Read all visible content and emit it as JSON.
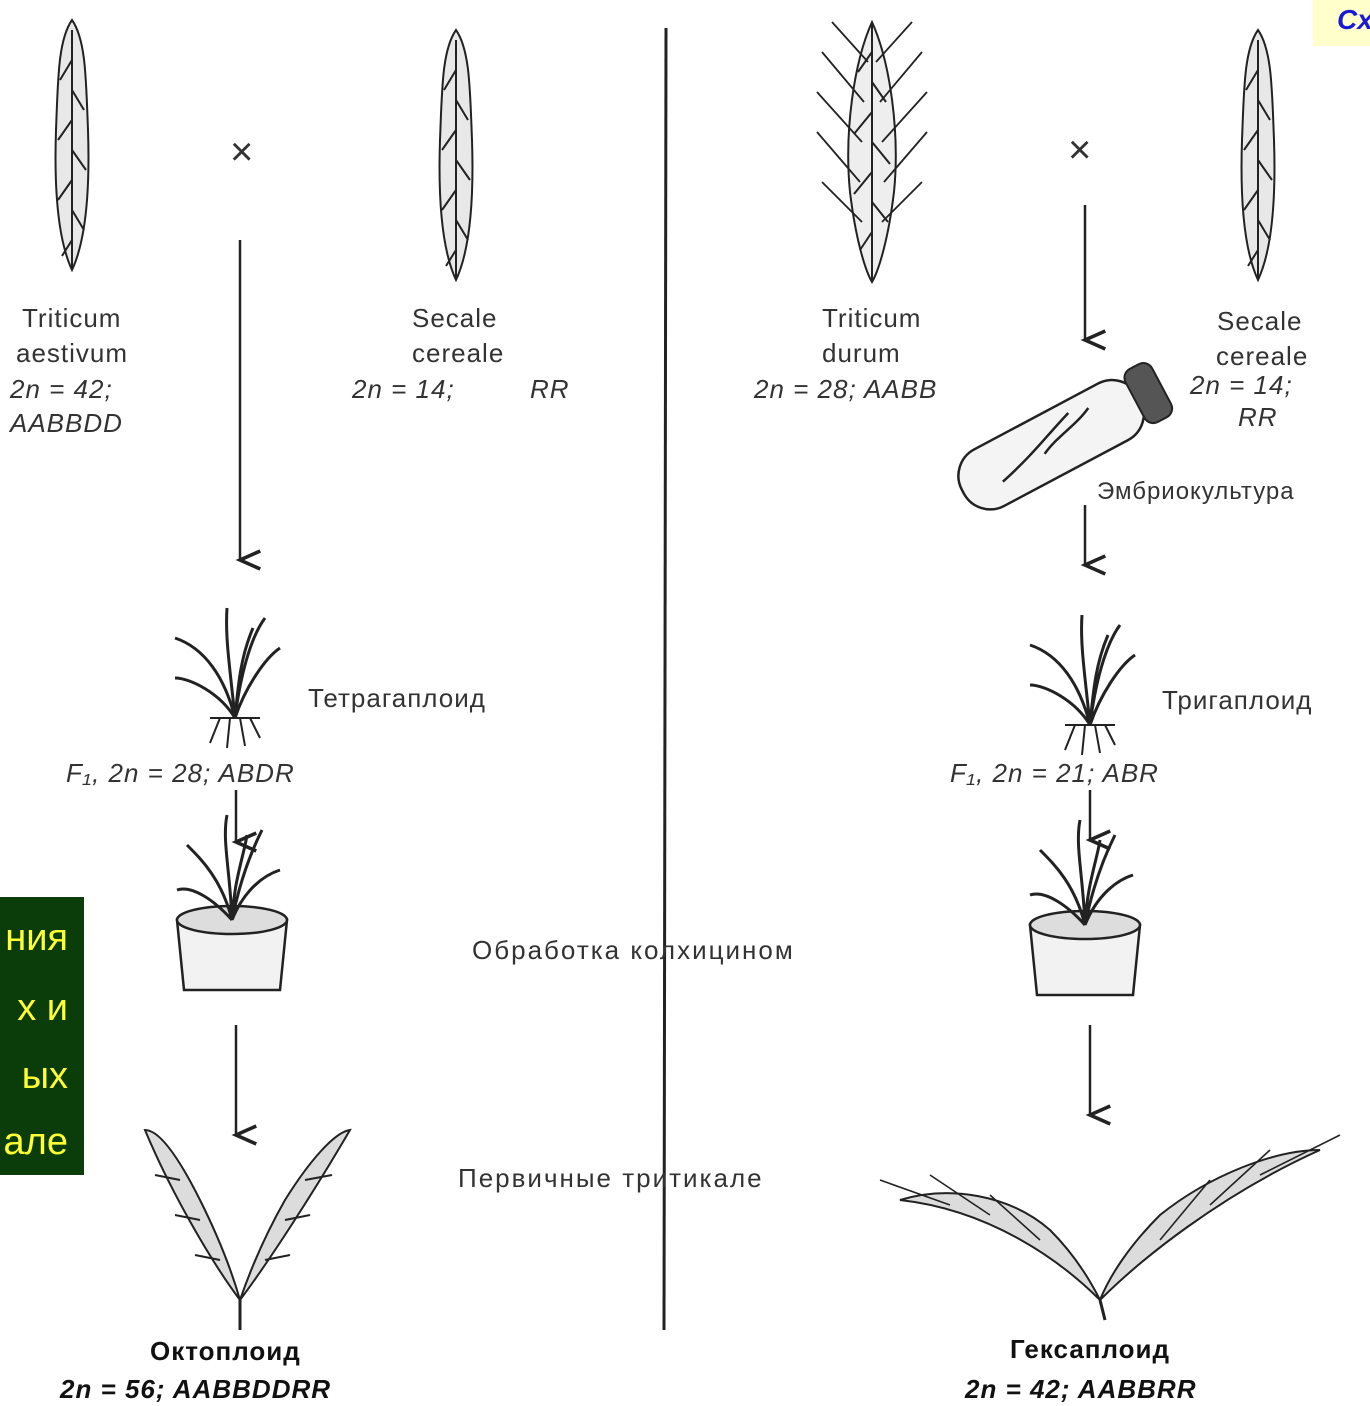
{
  "corner_tag": "Сх",
  "green_box": {
    "lines": [
      "ния",
      "х и",
      "ых",
      "але"
    ]
  },
  "left": {
    "parent1": {
      "name1": "Triticum",
      "name2": "aestivum",
      "chrom": "2n = 42;",
      "genome": "AABBDD"
    },
    "cross": "×",
    "parent2": {
      "name1": "Secale",
      "name2": "cereale",
      "chrom": "2n = 14;",
      "genome": "RR"
    },
    "hybrid_label": "Тетрагаплоид",
    "f1": "F₁,  2n = 28;  ABDR",
    "result_label": "Октоплоид",
    "result_genome": "2n = 56;   AABBDDRR"
  },
  "right": {
    "parent1": {
      "name1": "Triticum",
      "name2": "durum",
      "chrom": "2n = 28;  AABB"
    },
    "cross": "×",
    "parent2": {
      "name1": "Secale",
      "name2": "cereale",
      "chrom": "2n = 14;",
      "genome": "RR"
    },
    "embryo_label": "Эмбриокультура",
    "hybrid_label": "Тригаплоид",
    "f1": "F₁,  2n = 21;  ABR",
    "result_label": "Гексаплоид",
    "result_genome": "2n = 42; AABBRR"
  },
  "center": {
    "colchicine": "Обработка  колхицином",
    "primary": "Первичные  тритикале"
  }
}
